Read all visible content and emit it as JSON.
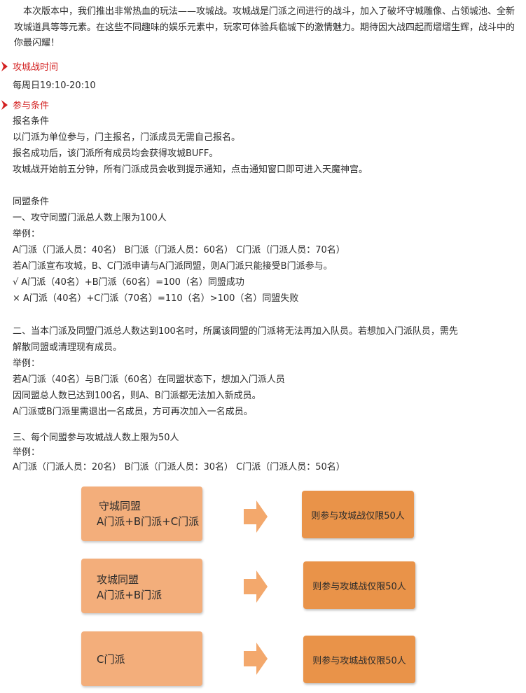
{
  "intro": {
    "paragraph": "本次版本中，我们推出非常热血的玩法——攻城战。攻城战是门派之间进行的战斗，加入了破坏守城雕像、占领城池、全新攻城道具等等元素。在这些不同趣味的娱乐元素中，玩家可体验兵临城下的激情魅力。期待因大战四起而熠熠生辉，战斗中的你最闪耀！"
  },
  "siege_time": {
    "heading": "攻城战时间",
    "schedule": "每周日19:10-20:10"
  },
  "conditions": {
    "heading": "参与条件",
    "signup": {
      "title": "报名条件",
      "lines": [
        "以门派为单位参与，门主报名，门派成员无需自己报名。",
        "报名成功后，该门派所有成员均会获得攻城BUFF。",
        "攻城战开始前五分钟，所有门派成员会收到提示通知，点击通知窗口即可进入天魔神宫。"
      ]
    },
    "alliance": {
      "title": "同盟条件",
      "rule1": {
        "title": "一、攻守同盟门派总人数上限为100人",
        "example_label": "举例：",
        "lines": [
          "A门派（门派人员：40名） B门派（门派人员：60名） C门派（门派人员：70名）",
          "若A门派宣布攻城，B、C门派申请与A门派同盟，则A门派只能接受B门派参与。",
          "√  A门派（40名）+B门派（60名）=100（名）同盟成功",
          "×  A门派（40名）+C门派（70名）=110（名）>100（名）同盟失败"
        ]
      },
      "rule2": {
        "title_line1": "二、当本门派及同盟门派总人数达到100名时，所属该同盟的门派将无法再加入队员。若想加入门派队员，需先",
        "title_line2": "解散同盟或清理现有成员。",
        "example_label": "举例：",
        "lines": [
          "若A门派（40名）与B门派（60名）在同盟状态下，想加入门派人员",
          "因同盟总人数已达到100名，则A、B门派都无法加入新成员。",
          "A门派或B门派里需退出一名成员，方可再次加入一名成员。"
        ]
      },
      "rule3": {
        "title": "三、每个同盟参与攻城战人数上限为50人",
        "example_label": "举例：",
        "line": "A门派（门派人员：20名） B门派（门派人员：30名） C门派（门派人员：50名）"
      }
    }
  },
  "diagram": {
    "rows": [
      {
        "line1": "守城同盟",
        "line2": "A门派+B门派+C门派",
        "result": "则参与攻城战仅限50人"
      },
      {
        "line1": "攻城同盟",
        "line2": "A门派+B门派",
        "result": "则参与攻城战仅限50人"
      },
      {
        "line1": "C门派",
        "line2": "",
        "result": "则参与攻城战仅限50人"
      }
    ]
  },
  "colors": {
    "heading_red": "#d32020",
    "light_orange": "#f3ae7b",
    "dark_orange": "#e99349",
    "arrow_orange": "#f3a86c"
  },
  "icons": {
    "section_marker": "chevron-right-icon",
    "flow_arrow": "arrow-right-icon"
  }
}
